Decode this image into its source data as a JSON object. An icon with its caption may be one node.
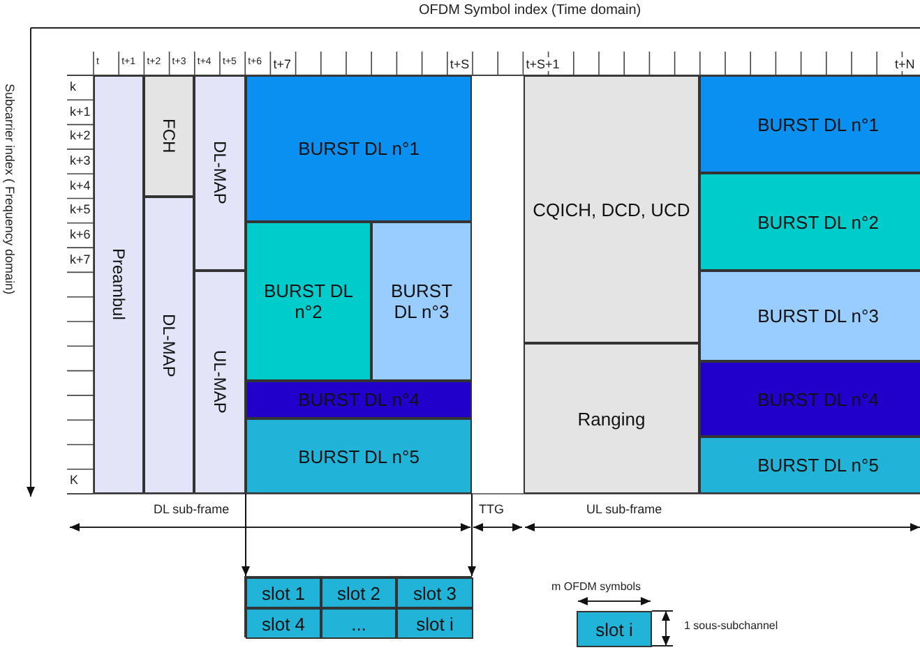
{
  "diagram": {
    "nodes": [
      {
        "text": [
          "Preambul"
        ]
      },
      {
        "text": [
          "FCH"
        ]
      },
      {
        "text": [
          "DL-MAP"
        ]
      },
      {
        "text": [
          "DL-MAP"
        ]
      },
      {
        "text": [
          "UL-MAP"
        ]
      },
      {
        "text": [
          "BURST DL n°1"
        ]
      },
      {
        "text": [
          "BURST DL n°2"
        ]
      },
      {
        "text": [
          "BURST DL n°3"
        ]
      },
      {
        "text": [
          "BURST DL n°4"
        ]
      },
      {
        "text": [
          "BURST DL n°5"
        ]
      },
      {
        "text": [
          "CQICH, DCD, UCD"
        ]
      },
      {
        "text": [
          "Ranging"
        ]
      },
      {
        "text": [
          "BURST DL n°1"
        ]
      },
      {
        "text": [
          "BURST DL n°2"
        ]
      },
      {
        "text": [
          "BURST DL n°3"
        ]
      },
      {
        "text": [
          "BURST DL n°4"
        ]
      },
      {
        "text": [
          "BURST DL n°5"
        ]
      },
      {
        "text": [],
        "shape": "box"
      },
      {
        "text": [
          "slot 1"
        ],
        "in": 17
      },
      {
        "text": [
          "slot 2"
        ],
        "in": 17
      },
      {
        "text": [
          "slot 3"
        ],
        "in": 17
      },
      {
        "text": [
          "slot 4"
        ],
        "in": 17
      },
      {
        "text": [
          "..."
        ],
        "in": 17
      },
      {
        "text": [
          "slot i"
        ],
        "in": 17
      },
      {
        "text": [
          "slot i"
        ]
      }
    ],
    "edges": [
      {
        "from": 9,
        "to": 17,
        "arrow": "to"
      },
      {
        "from": 9,
        "to": 17,
        "arrow": "to"
      }
    ],
    "labels": [
      "OFDM Symbol index (Time domain)",
      "t",
      "t+1",
      "t+2",
      "t+3",
      "t+4",
      "t+5",
      "t+6",
      "t+7",
      "t+S",
      "t+S+1",
      "t+N",
      "Subcarrier index ( Frequency domain)",
      "k",
      "k+1",
      "k+2",
      "k+3",
      "k+4",
      "k+5",
      "k+6",
      "k+7",
      "K",
      "DL sub-frame",
      "TTG",
      "UL sub-frame",
      "m OFDM symbols",
      "1 sous-subchannel"
    ]
  }
}
